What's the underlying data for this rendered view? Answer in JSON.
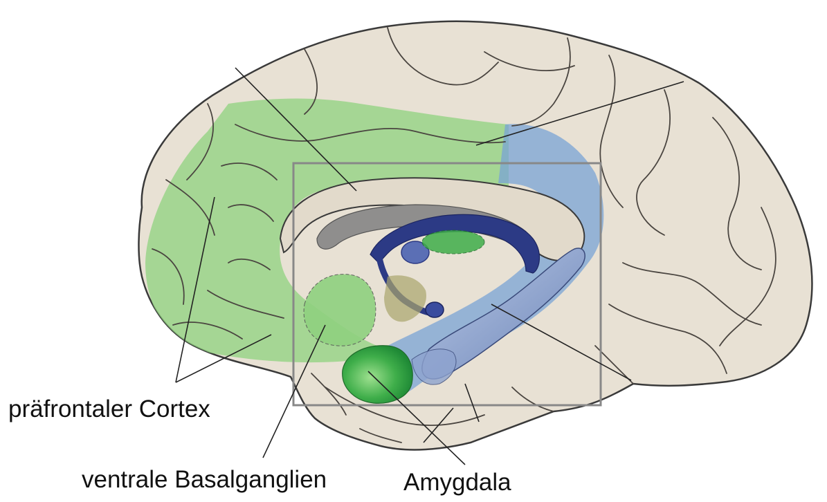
{
  "labels": {
    "prefrontal": "präfrontaler Cortex",
    "ventral_basal_ganglia": "ventrale Basalganglien",
    "amygdala": "Amygdala"
  },
  "colors": {
    "brain_fill": "#e8e1d4",
    "brain_outline": "#3a3a3a",
    "sulcus": "#4a4540",
    "prefrontal_green": "#8fd17f",
    "cingulate_blue": "#7aa3d6",
    "fornix_navy": "#2c3a85",
    "amygdala_green": "#3fae4a",
    "ventricle_grey": "#8f8e8d",
    "box_stroke": "#888888",
    "leader_line": "#222222"
  }
}
